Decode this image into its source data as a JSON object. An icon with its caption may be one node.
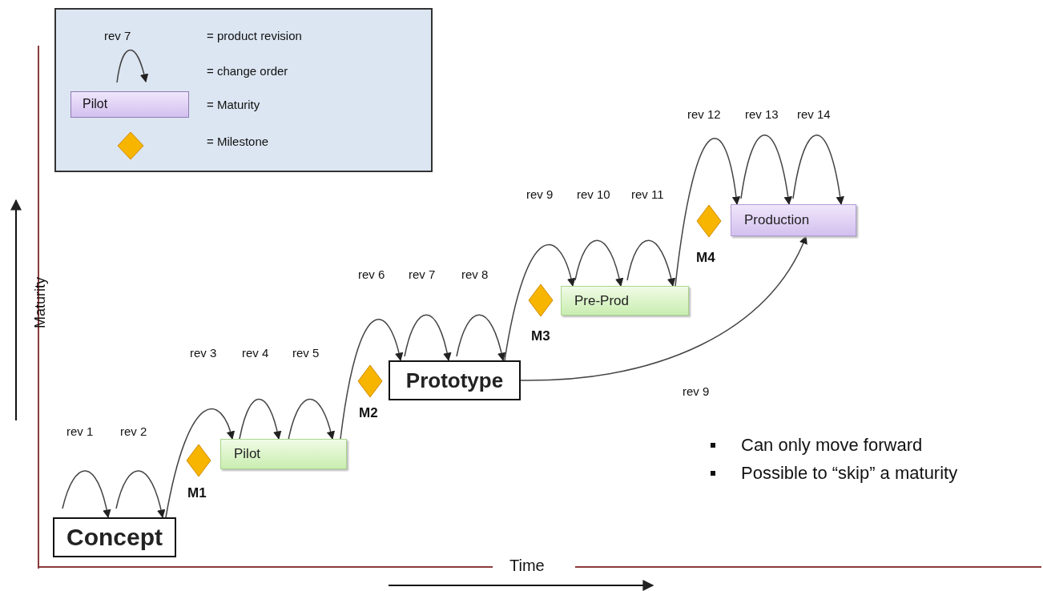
{
  "diagram": {
    "nodes": [
      {
        "text": [
          "Concept"
        ]
      },
      {
        "text": [],
        "shape": "diamond",
        "beside": [
          "M1"
        ]
      },
      {
        "text": [
          "Pilot"
        ]
      },
      {
        "text": [],
        "shape": "diamond",
        "beside": [
          "M2"
        ]
      },
      {
        "text": [
          "Prototype"
        ]
      },
      {
        "text": [],
        "shape": "diamond",
        "beside": [
          "M3"
        ]
      },
      {
        "text": [
          "Pre-Prod"
        ]
      },
      {
        "text": [],
        "shape": "diamond",
        "beside": [
          "M4"
        ]
      },
      {
        "text": [
          "Production"
        ]
      }
    ],
    "edges": [
      {
        "from": null,
        "to": 0,
        "arrow": "to",
        "label": "rev 1"
      },
      {
        "from": null,
        "to": 0,
        "arrow": "to",
        "label": "rev 2"
      },
      {
        "from": 0,
        "to": 2,
        "arrow": "to",
        "label": "rev 3"
      },
      {
        "from": null,
        "to": 2,
        "arrow": "to",
        "label": "rev 4"
      },
      {
        "from": null,
        "to": 2,
        "arrow": "to",
        "label": "rev 5"
      },
      {
        "from": 2,
        "to": 4,
        "arrow": "to",
        "label": "rev 6"
      },
      {
        "from": null,
        "to": 4,
        "arrow": "to",
        "label": "rev 7"
      },
      {
        "from": null,
        "to": 4,
        "arrow": "to",
        "label": "rev 8"
      },
      {
        "from": 4,
        "to": 6,
        "arrow": "to",
        "label": "rev 9"
      },
      {
        "from": null,
        "to": 6,
        "arrow": "to",
        "label": "rev 10"
      },
      {
        "from": null,
        "to": 6,
        "arrow": "to",
        "label": "rev 11"
      },
      {
        "from": 6,
        "to": 8,
        "arrow": "to",
        "label": "rev 12"
      },
      {
        "from": null,
        "to": 8,
        "arrow": "to",
        "label": "rev 13"
      },
      {
        "from": null,
        "to": 8,
        "arrow": "to",
        "label": "rev 14"
      },
      {
        "from": 4,
        "to": 8,
        "arrow": "to",
        "label": "rev 9"
      }
    ],
    "labels": [
      "rev 7",
      "Pilot",
      "Can only move forward",
      "Possible to “skip” a maturity",
      "Maturity",
      "Time"
    ],
    "legend": [
      {
        "text": "= product revision"
      },
      {
        "text": "= change order"
      },
      {
        "text": "= Maturity"
      },
      {
        "text": "= Milestone"
      }
    ]
  }
}
